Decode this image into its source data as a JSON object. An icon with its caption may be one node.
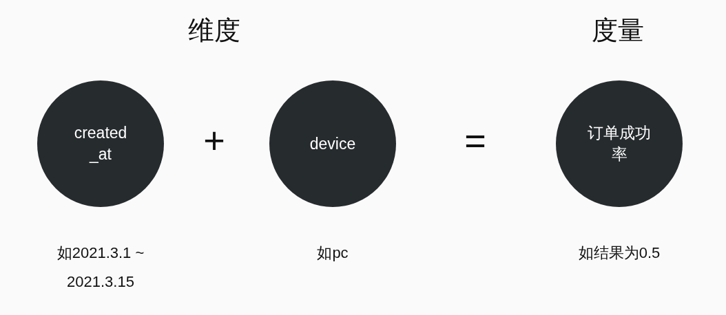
{
  "diagram": {
    "nodes": [
      {
        "text": [
          "created _at"
        ],
        "beside": [
          "如2021.3.1 ~ 2021.3.15"
        ]
      },
      {
        "text": [
          "device"
        ],
        "beside": [
          "如pc"
        ]
      },
      {
        "text": [
          "订单成功率"
        ],
        "beside": [
          "如结果为0.5"
        ]
      }
    ],
    "labels": [
      "维度",
      "度量",
      "+",
      "="
    ]
  }
}
